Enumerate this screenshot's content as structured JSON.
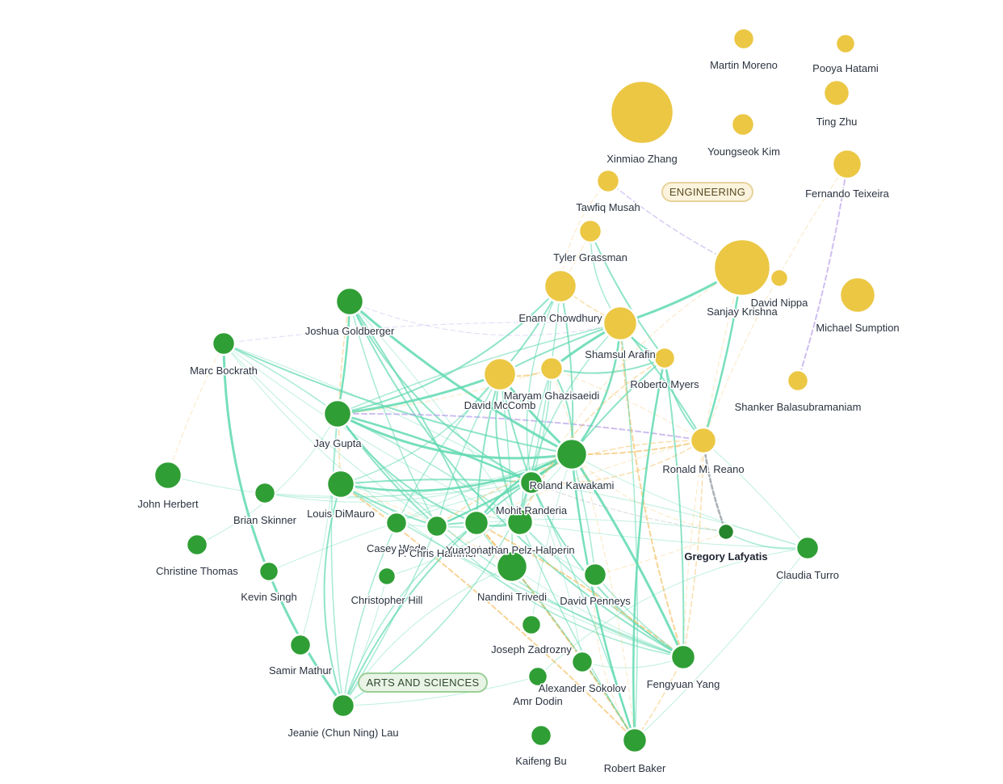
{
  "colors": {
    "engineering": "#ebc744",
    "arts": "#2f9e35",
    "arts_dark": "#26852b",
    "edge_teal": "#5fd9b0",
    "edge_orange": "#f5c26b",
    "edge_purple": "#b9a3ec",
    "edge_gray": "#9aa1a8",
    "group_eng_fill": "#fbf3dd",
    "group_eng_stroke": "#e8d39a",
    "group_eng_text": "#5a4a20",
    "group_arts_fill": "#e9f4e7",
    "group_arts_stroke": "#9ccf97",
    "group_arts_text": "#2f4a2b"
  },
  "groups": [
    {
      "id": "eng",
      "label": "ENGINEERING"
    },
    {
      "id": "arts",
      "label": "ARTS AND SCIENCES"
    }
  ],
  "nodes": [
    {
      "id": "moreno",
      "label": "Martin Moreno",
      "group": "eng"
    },
    {
      "id": "hatami",
      "label": "Pooya Hatami",
      "group": "eng"
    },
    {
      "id": "xzhang",
      "label": "Xinmiao Zhang",
      "group": "eng"
    },
    {
      "id": "tzhu",
      "label": "Ting Zhu",
      "group": "eng"
    },
    {
      "id": "ykim",
      "label": "Youngseok Kim",
      "group": "eng"
    },
    {
      "id": "teixeira",
      "label": "Fernando Teixeira",
      "group": "eng"
    },
    {
      "id": "musah",
      "label": "Tawfiq Musah",
      "group": "eng"
    },
    {
      "id": "grassman",
      "label": "Tyler Grassman",
      "group": "eng"
    },
    {
      "id": "krishna",
      "label": "Sanjay Krishna",
      "group": "eng"
    },
    {
      "id": "nippa",
      "label": "David Nippa",
      "group": "eng"
    },
    {
      "id": "sumption",
      "label": "Michael Sumption",
      "group": "eng"
    },
    {
      "id": "chowdhury",
      "label": "Enam Chowdhury",
      "group": "eng"
    },
    {
      "id": "arafin",
      "label": "Shamsul Arafin",
      "group": "eng"
    },
    {
      "id": "myers",
      "label": "Roberto Myers",
      "group": "eng"
    },
    {
      "id": "shanker",
      "label": "Shanker Balasubramaniam",
      "group": "eng"
    },
    {
      "id": "mccomb",
      "label": "David McComb",
      "group": "eng"
    },
    {
      "id": "ghazisaeidi",
      "label": "Maryam Ghazisaeidi",
      "group": "eng"
    },
    {
      "id": "reano",
      "label": "Ronald M. Reano",
      "group": "eng"
    },
    {
      "id": "goldberger",
      "label": "Joshua Goldberger",
      "group": "arts"
    },
    {
      "id": "bockrath",
      "label": "Marc Bockrath",
      "group": "arts"
    },
    {
      "id": "gupta",
      "label": "Jay Gupta",
      "group": "arts"
    },
    {
      "id": "herbert",
      "label": "John Herbert",
      "group": "arts"
    },
    {
      "id": "skinner",
      "label": "Brian Skinner",
      "group": "arts"
    },
    {
      "id": "dimauro",
      "label": "Louis DiMauro",
      "group": "arts"
    },
    {
      "id": "kawakami",
      "label": "Roland Kawakami",
      "group": "arts"
    },
    {
      "id": "randeria",
      "label": "Mohit Randeria",
      "group": "arts"
    },
    {
      "id": "wade",
      "label": "Casey Wade",
      "group": "arts"
    },
    {
      "id": "hammel",
      "label": "P. Chris Hammel",
      "group": "arts"
    },
    {
      "id": "yuanming",
      "label": "Yuanming Lu",
      "group": "arts"
    },
    {
      "id": "halperin",
      "label": "Jonathan Pelz-Halperin",
      "group": "arts"
    },
    {
      "id": "trivedi",
      "label": "Nandini Trivedi",
      "group": "arts"
    },
    {
      "id": "lafyatis",
      "label": "Gregory Lafyatis",
      "group": "arts"
    },
    {
      "id": "turro",
      "label": "Claudia Turro",
      "group": "arts"
    },
    {
      "id": "cthomas",
      "label": "Christine Thomas",
      "group": "arts"
    },
    {
      "id": "ksingh",
      "label": "Kevin Singh",
      "group": "arts"
    },
    {
      "id": "chill",
      "label": "Christopher Hill",
      "group": "arts"
    },
    {
      "id": "penneys",
      "label": "David Penneys",
      "group": "arts"
    },
    {
      "id": "zadrozny",
      "label": "Joseph Zadrozny",
      "group": "arts"
    },
    {
      "id": "mathur",
      "label": "Samir Mathur",
      "group": "arts"
    },
    {
      "id": "sokolov",
      "label": "Alexander Sokolov",
      "group": "arts"
    },
    {
      "id": "fyang",
      "label": "Fengyuan Yang",
      "group": "arts"
    },
    {
      "id": "dodin",
      "label": "Amr Dodin",
      "group": "arts"
    },
    {
      "id": "lau",
      "label": "Jeanie (Chun Ning) Lau",
      "group": "arts"
    },
    {
      "id": "kbu",
      "label": "Kaifeng Bu",
      "group": "arts"
    },
    {
      "id": "baker",
      "label": "Robert Baker",
      "group": "arts"
    }
  ],
  "edges": [
    [
      "goldberger",
      "gupta",
      2.5,
      "teal"
    ],
    [
      "goldberger",
      "kawakami",
      3,
      "teal"
    ],
    [
      "goldberger",
      "randeria",
      2,
      "teal"
    ],
    [
      "goldberger",
      "yuanming",
      2,
      "teal"
    ],
    [
      "goldberger",
      "hammel",
      1.5,
      "teal"
    ],
    [
      "goldberger",
      "fyang",
      2,
      "teal"
    ],
    [
      "goldberger",
      "halperin",
      1,
      "teal"
    ],
    [
      "goldberger",
      "dimauro",
      1.5,
      "orange"
    ],
    [
      "goldberger",
      "arafin",
      1,
      "purple"
    ],
    [
      "bockrath",
      "gupta",
      1.5,
      "teal"
    ],
    [
      "bockrath",
      "kawakami",
      2,
      "teal"
    ],
    [
      "bockrath",
      "lau",
      3,
      "teal"
    ],
    [
      "bockrath",
      "randeria",
      1,
      "teal"
    ],
    [
      "bockrath",
      "hammel",
      1,
      "teal"
    ],
    [
      "bockrath",
      "fyang",
      1,
      "teal"
    ],
    [
      "bockrath",
      "arafin",
      1,
      "purple"
    ],
    [
      "bockrath",
      "halperin",
      1,
      "teal"
    ],
    [
      "gupta",
      "kawakami",
      3,
      "teal"
    ],
    [
      "gupta",
      "randeria",
      2.5,
      "teal"
    ],
    [
      "gupta",
      "mccomb",
      3,
      "teal"
    ],
    [
      "gupta",
      "chowdhury",
      2,
      "teal"
    ],
    [
      "gupta",
      "reano",
      2,
      "purple"
    ],
    [
      "gupta",
      "hammel",
      2,
      "teal"
    ],
    [
      "gupta",
      "yuanming",
      2,
      "teal"
    ],
    [
      "gupta",
      "halperin",
      1.5,
      "teal"
    ],
    [
      "gupta",
      "lau",
      1.5,
      "teal"
    ],
    [
      "gupta",
      "fyang",
      1.5,
      "teal"
    ],
    [
      "gupta",
      "arafin",
      1.5,
      "teal"
    ],
    [
      "gupta",
      "ghazisaeidi",
      1,
      "orange"
    ],
    [
      "dimauro",
      "kawakami",
      2.5,
      "teal"
    ],
    [
      "dimauro",
      "randeria",
      2,
      "teal"
    ],
    [
      "dimauro",
      "hammel",
      2,
      "teal"
    ],
    [
      "dimauro",
      "lau",
      2,
      "teal"
    ],
    [
      "dimauro",
      "baker",
      2,
      "orange"
    ],
    [
      "dimauro",
      "fyang",
      1.5,
      "teal"
    ],
    [
      "dimauro",
      "mccomb",
      1.5,
      "teal"
    ],
    [
      "dimauro",
      "trivedi",
      1,
      "orange"
    ],
    [
      "dimauro",
      "turro",
      1,
      "teal"
    ],
    [
      "herbert",
      "kawakami",
      1,
      "teal"
    ],
    [
      "herbert",
      "bockrath",
      1,
      "orange"
    ],
    [
      "skinner",
      "randeria",
      1,
      "teal"
    ],
    [
      "skinner",
      "kawakami",
      1,
      "teal"
    ],
    [
      "kawakami",
      "mccomb",
      3,
      "teal"
    ],
    [
      "kawakami",
      "chowdhury",
      2,
      "teal"
    ],
    [
      "kawakami",
      "arafin",
      2.5,
      "teal"
    ],
    [
      "kawakami",
      "myers",
      2,
      "teal"
    ],
    [
      "kawakami",
      "reano",
      2,
      "orange"
    ],
    [
      "kawakami",
      "ghazisaeidi",
      2,
      "teal"
    ],
    [
      "kawakami",
      "fyang",
      3,
      "teal"
    ],
    [
      "kawakami",
      "baker",
      2.5,
      "teal"
    ],
    [
      "kawakami",
      "yuanming",
      2.5,
      "teal"
    ],
    [
      "kawakami",
      "hammel",
      2.5,
      "teal"
    ],
    [
      "kawakami",
      "randeria",
      3,
      "teal"
    ],
    [
      "kawakami",
      "lafyatis",
      1,
      "orange"
    ],
    [
      "kawakami",
      "penneys",
      1.5,
      "teal"
    ],
    [
      "kawakami",
      "turro",
      1,
      "teal"
    ],
    [
      "kawakami",
      "lau",
      2,
      "teal"
    ],
    [
      "randeria",
      "mccomb",
      2,
      "teal"
    ],
    [
      "randeria",
      "ghazisaeidi",
      1.5,
      "teal"
    ],
    [
      "randeria",
      "fyang",
      2,
      "teal"
    ],
    [
      "randeria",
      "baker",
      1.5,
      "teal"
    ],
    [
      "randeria",
      "lafyatis",
      1,
      "gray"
    ],
    [
      "randeria",
      "reano",
      1.5,
      "orange"
    ],
    [
      "randeria",
      "turro",
      1,
      "teal"
    ],
    [
      "mccomb",
      "chowdhury",
      2,
      "teal"
    ],
    [
      "mccomb",
      "ghazisaeidi",
      2,
      "orange"
    ],
    [
      "mccomb",
      "arafin",
      2,
      "teal"
    ],
    [
      "mccomb",
      "yuanming",
      2,
      "teal"
    ],
    [
      "mccomb",
      "halperin",
      2,
      "teal"
    ],
    [
      "mccomb",
      "trivedi",
      1.5,
      "teal"
    ],
    [
      "mccomb",
      "hammel",
      1.5,
      "teal"
    ],
    [
      "mccomb",
      "lau",
      1.5,
      "teal"
    ],
    [
      "ghazisaeidi",
      "arafin",
      3,
      "teal"
    ],
    [
      "ghazisaeidi",
      "halperin",
      1.5,
      "teal"
    ],
    [
      "ghazisaeidi",
      "myers",
      2,
      "teal"
    ],
    [
      "ghazisaeidi",
      "reano",
      1,
      "orange"
    ],
    [
      "chowdhury",
      "arafin",
      1.5,
      "orange"
    ],
    [
      "chowdhury",
      "randeria",
      1.5,
      "teal"
    ],
    [
      "chowdhury",
      "halperin",
      1.5,
      "teal"
    ],
    [
      "arafin",
      "krishna",
      3,
      "teal"
    ],
    [
      "arafin",
      "myers",
      2,
      "teal"
    ],
    [
      "arafin",
      "reano",
      2,
      "teal"
    ],
    [
      "arafin",
      "fyang",
      2,
      "orange"
    ],
    [
      "arafin",
      "halperin",
      1.5,
      "teal"
    ],
    [
      "arafin",
      "baker",
      1.5,
      "teal"
    ],
    [
      "grassman",
      "myers",
      2,
      "teal"
    ],
    [
      "grassman",
      "arafin",
      1.5,
      "teal"
    ],
    [
      "grassman",
      "chowdhury",
      1,
      "orange"
    ],
    [
      "musah",
      "krishna",
      1.5,
      "purple"
    ],
    [
      "musah",
      "chowdhury",
      1,
      "orange"
    ],
    [
      "krishna",
      "reano",
      2.5,
      "teal"
    ],
    [
      "krishna",
      "fyang",
      1,
      "orange"
    ],
    [
      "krishna",
      "halperin",
      1,
      "orange"
    ],
    [
      "teixeira",
      "shanker",
      2,
      "purple"
    ],
    [
      "teixeira",
      "reano",
      1,
      "orange"
    ],
    [
      "myers",
      "reano",
      2,
      "teal"
    ],
    [
      "myers",
      "fyang",
      2,
      "teal"
    ],
    [
      "myers",
      "baker",
      2.5,
      "teal"
    ],
    [
      "myers",
      "halperin",
      1.5,
      "orange"
    ],
    [
      "reano",
      "fyang",
      1.5,
      "orange"
    ],
    [
      "reano",
      "lafyatis",
      2.5,
      "gray"
    ],
    [
      "reano",
      "hammel",
      1.5,
      "orange"
    ],
    [
      "reano",
      "turro",
      1,
      "teal"
    ],
    [
      "reano",
      "yuanming",
      1,
      "orange"
    ],
    [
      "lafyatis",
      "turro",
      1.5,
      "teal"
    ],
    [
      "lafyatis",
      "penneys",
      1,
      "orange"
    ],
    [
      "lafyatis",
      "yuanming",
      1,
      "teal"
    ],
    [
      "turro",
      "dodin",
      1,
      "teal"
    ],
    [
      "turro",
      "baker",
      1,
      "teal"
    ],
    [
      "yuanming",
      "hammel",
      2,
      "teal"
    ],
    [
      "yuanming",
      "halperin",
      2,
      "teal"
    ],
    [
      "yuanming",
      "fyang",
      2,
      "orange"
    ],
    [
      "yuanming",
      "trivedi",
      1.5,
      "teal"
    ],
    [
      "yuanming",
      "lau",
      1.5,
      "teal"
    ],
    [
      "yuanming",
      "baker",
      2.5,
      "orange"
    ],
    [
      "hammel",
      "halperin",
      1.5,
      "teal"
    ],
    [
      "hammel",
      "fyang",
      1.5,
      "teal"
    ],
    [
      "hammel",
      "lau",
      1.5,
      "teal"
    ],
    [
      "halperin",
      "fyang",
      1.5,
      "teal"
    ],
    [
      "halperin",
      "penneys",
      1,
      "teal"
    ],
    [
      "trivedi",
      "baker",
      1.5,
      "teal"
    ],
    [
      "trivedi",
      "fyang",
      1,
      "teal"
    ],
    [
      "trivedi",
      "lau",
      1,
      "teal"
    ],
    [
      "wade",
      "kawakami",
      1,
      "teal"
    ],
    [
      "wade",
      "hammel",
      1,
      "teal"
    ],
    [
      "chill",
      "kawakami",
      1,
      "teal"
    ],
    [
      "chill",
      "lau",
      1,
      "teal"
    ],
    [
      "penneys",
      "fyang",
      1.5,
      "teal"
    ],
    [
      "penneys",
      "baker",
      1,
      "orange"
    ],
    [
      "zadrozny",
      "kawakami",
      1,
      "teal"
    ],
    [
      "sokolov",
      "randeria",
      1,
      "teal"
    ],
    [
      "sokolov",
      "fyang",
      1,
      "teal"
    ],
    [
      "fyang",
      "baker",
      1.5,
      "orange"
    ],
    [
      "mathur",
      "gupta",
      1,
      "teal"
    ],
    [
      "cthomas",
      "gupta",
      1,
      "teal"
    ],
    [
      "ksingh",
      "randeria",
      1,
      "teal"
    ],
    [
      "lau",
      "dodin",
      1,
      "teal"
    ],
    [
      "lau",
      "randeria",
      1.5,
      "teal"
    ],
    [
      "baker",
      "halperin",
      1.5,
      "teal"
    ],
    [
      "baker",
      "ghazisaeidi",
      1,
      "orange"
    ]
  ]
}
